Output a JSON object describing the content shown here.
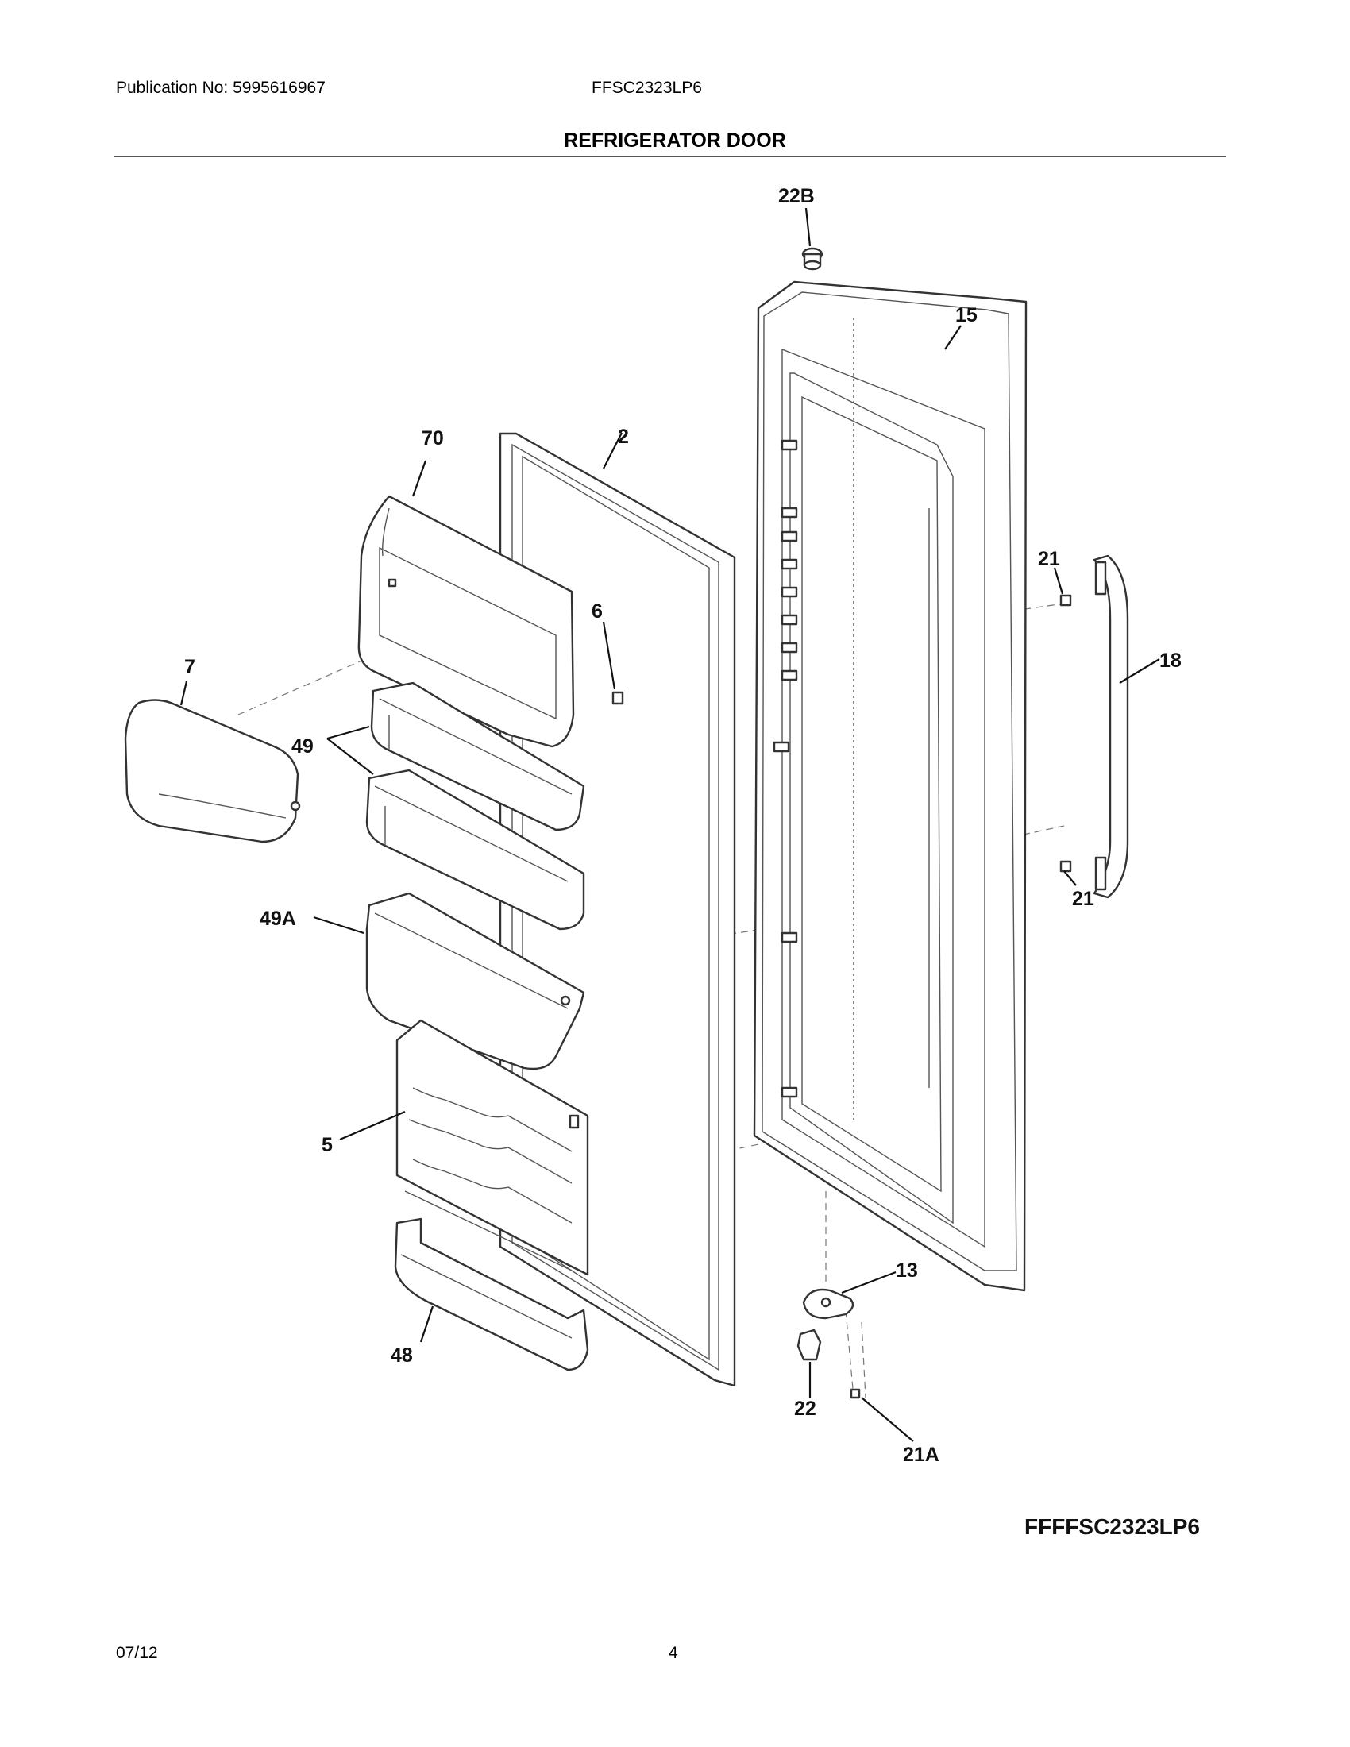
{
  "header": {
    "publication": "Publication No: 5995616967",
    "model": "FFSC2323LP6",
    "title": "REFRIGERATOR DOOR"
  },
  "diagram": {
    "callouts": {
      "c22B": "22B",
      "c15": "15",
      "c70": "70",
      "c2": "2",
      "c6": "6",
      "c7": "7",
      "c49": "49",
      "c49A": "49A",
      "c21a": "21",
      "c18": "18",
      "c21b": "21",
      "c5": "5",
      "c13": "13",
      "c48": "48",
      "c22": "22",
      "c21A": "21A"
    },
    "figure_code": "FFFFSC2323LP6"
  },
  "footer": {
    "date": "07/12",
    "page": "4"
  }
}
